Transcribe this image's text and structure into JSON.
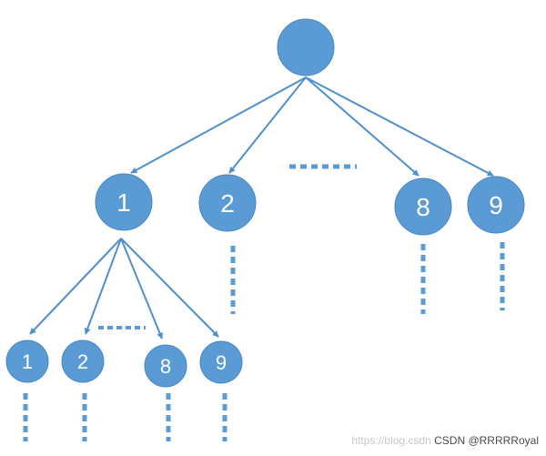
{
  "diagram": {
    "node_color": "#5b9bd5",
    "node_stroke": "#4a86c0",
    "edge_color": "#4f8fcf",
    "dot_color": "#5b9bd5",
    "root": {
      "label": ""
    },
    "level1": [
      {
        "label": "1"
      },
      {
        "label": "2"
      },
      {
        "label": "8"
      },
      {
        "label": "9"
      }
    ],
    "level2": [
      {
        "label": "1"
      },
      {
        "label": "2"
      },
      {
        "label": "8"
      },
      {
        "label": "9"
      }
    ]
  },
  "watermark": {
    "faint": "https://blog.csdn",
    "strong": "CSDN @RRRRRoyal"
  }
}
